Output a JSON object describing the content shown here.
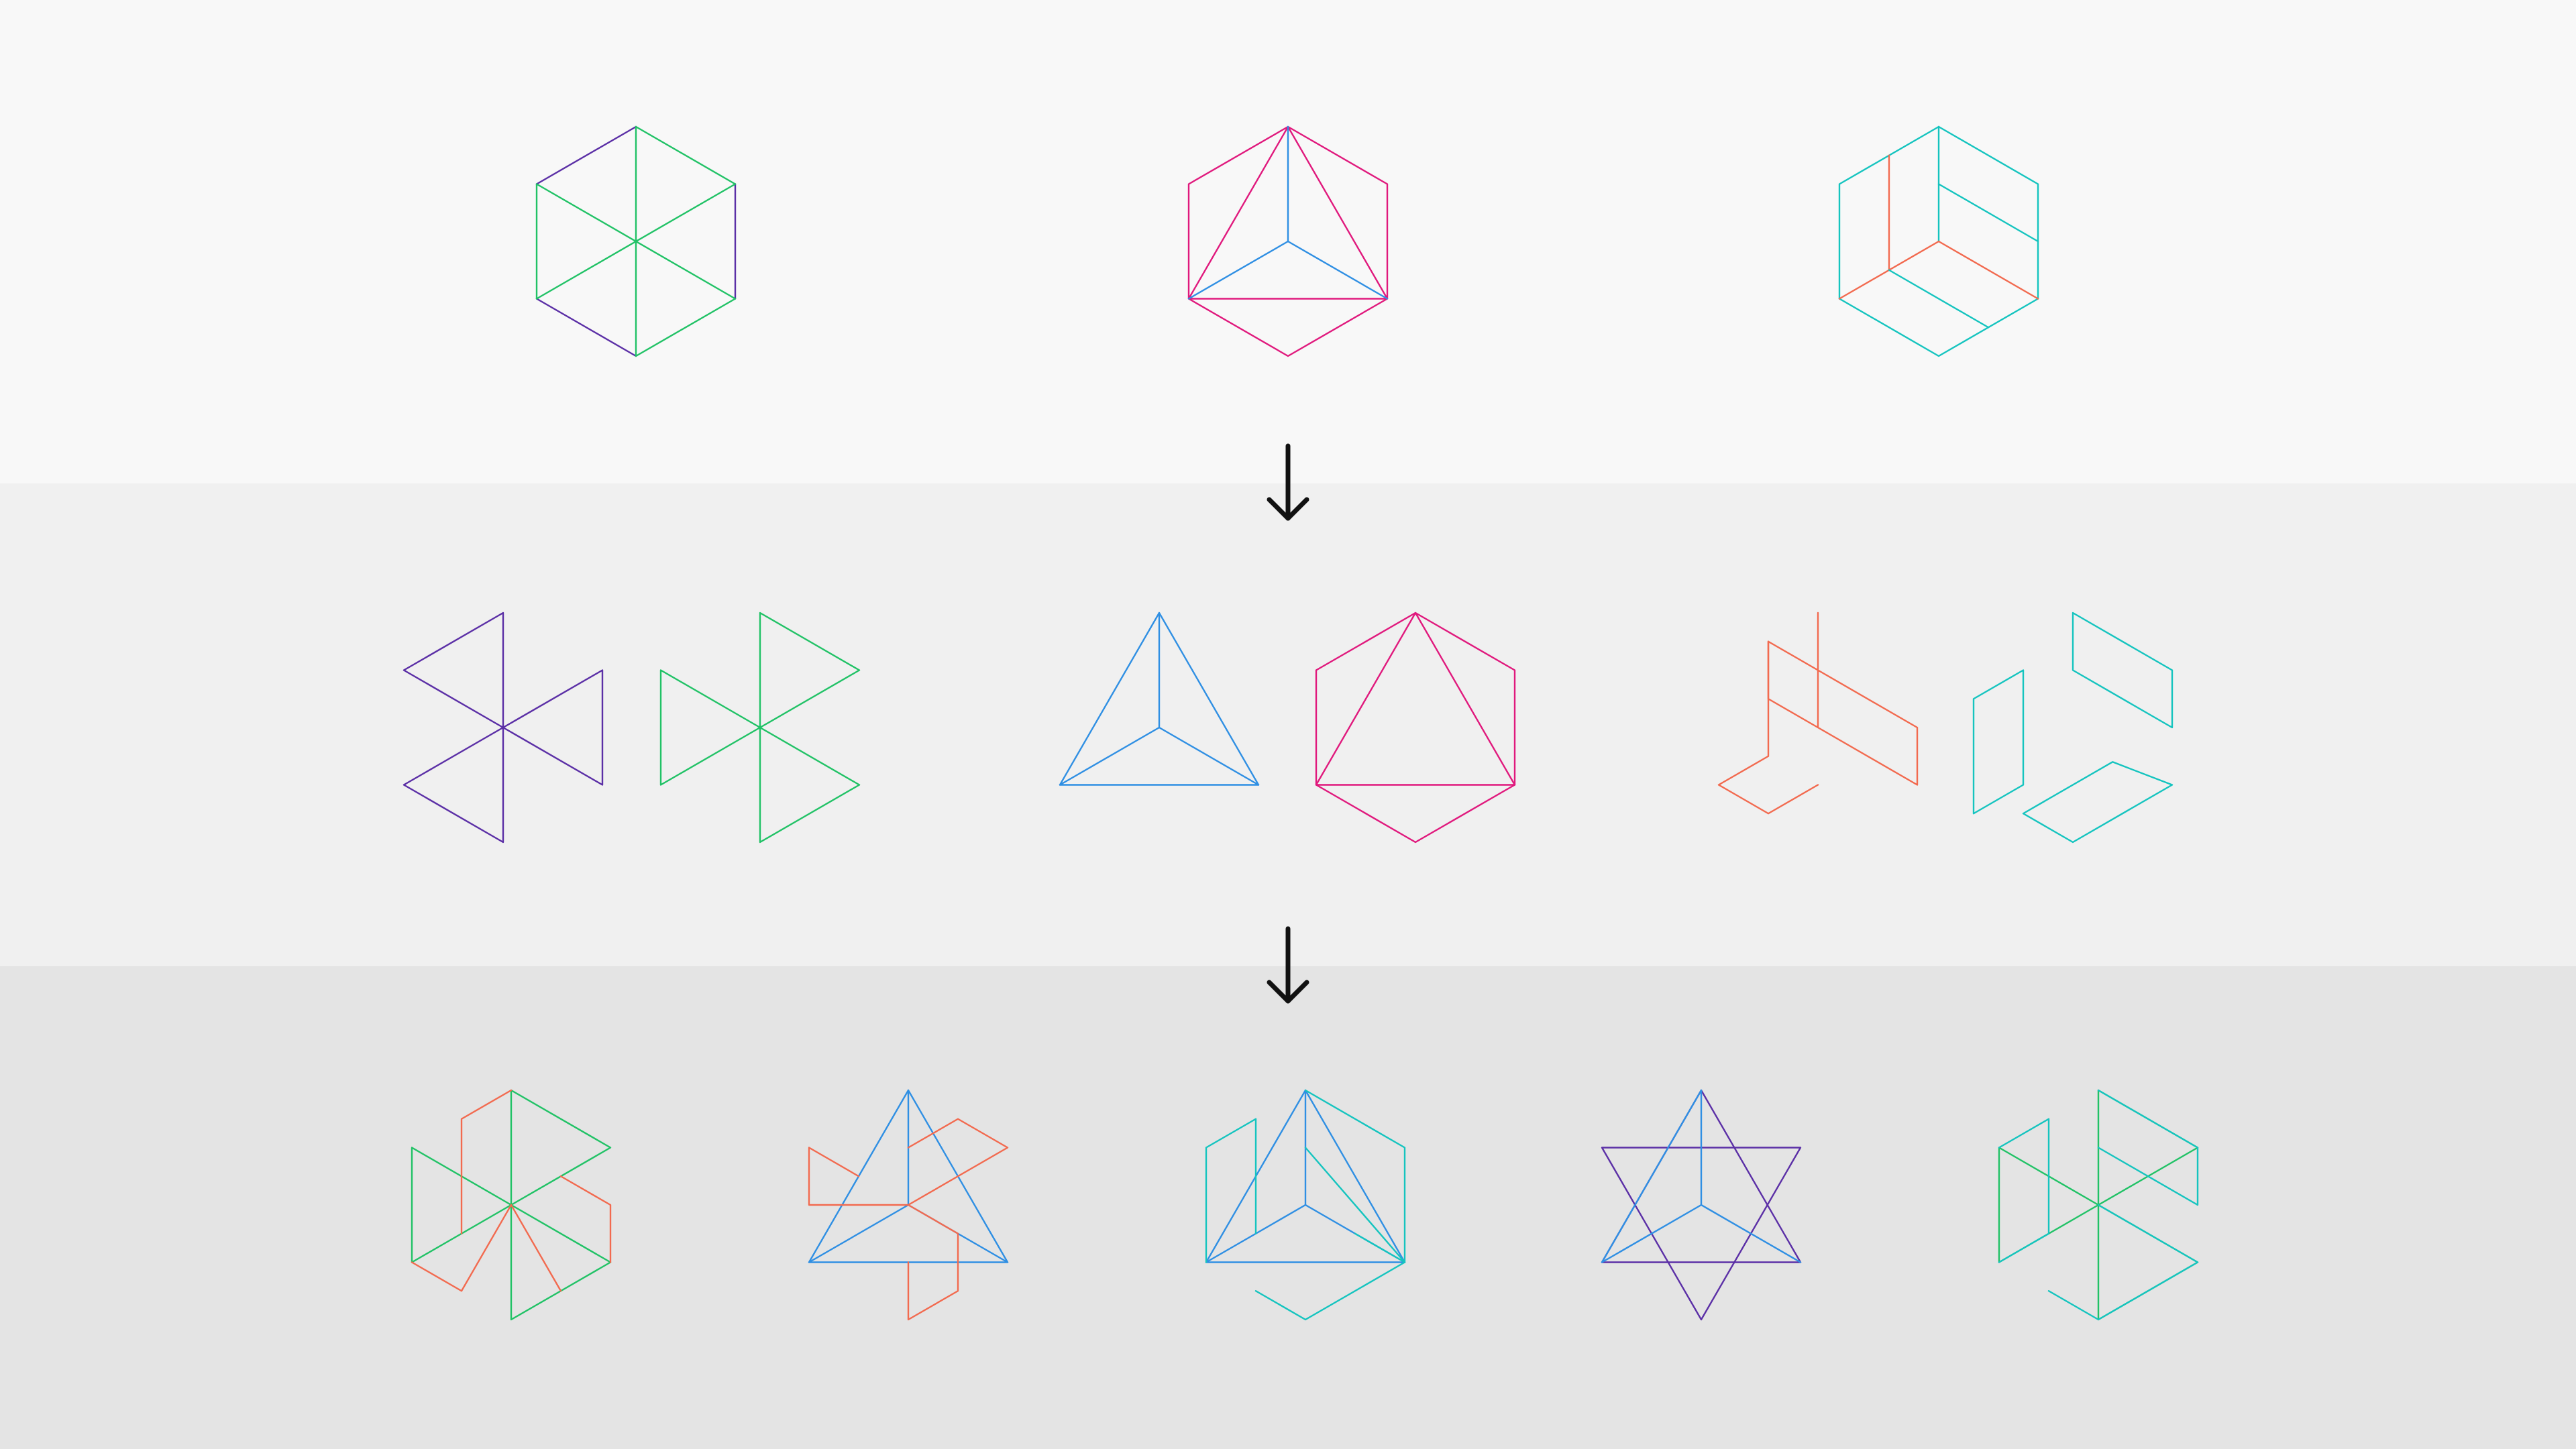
{
  "palette": {
    "band_top": "#f8f8f8",
    "band_mid": "#f0f0f0",
    "band_bot": "#e4e4e4",
    "purple": "#5b2fa6",
    "green": "#21c266",
    "magenta": "#e0197d",
    "blue": "#2f8fe3",
    "teal": "#15c4bf",
    "orange": "#f26a4f",
    "arrow": "#111111"
  },
  "rows": [
    {
      "name": "source-hexagons",
      "figures": [
        "hexagon-six-triangles",
        "hexagon-inscribed-tetrahedron",
        "hexagon-isometric-cube"
      ]
    },
    {
      "name": "decomposed-layers",
      "figures": [
        "three-triangles-a",
        "three-triangles-b",
        "tetrahedron",
        "hexagon-with-triangle",
        "l-shapes",
        "parallelograms"
      ]
    },
    {
      "name": "recombined-figures",
      "figures": [
        "pinwheel-orange-green",
        "triangle-orange-blue",
        "cube-blue-teal",
        "star-purple-blue",
        "pinwheel-teal-green"
      ]
    }
  ],
  "arrows": [
    "down-arrow",
    "down-arrow"
  ]
}
